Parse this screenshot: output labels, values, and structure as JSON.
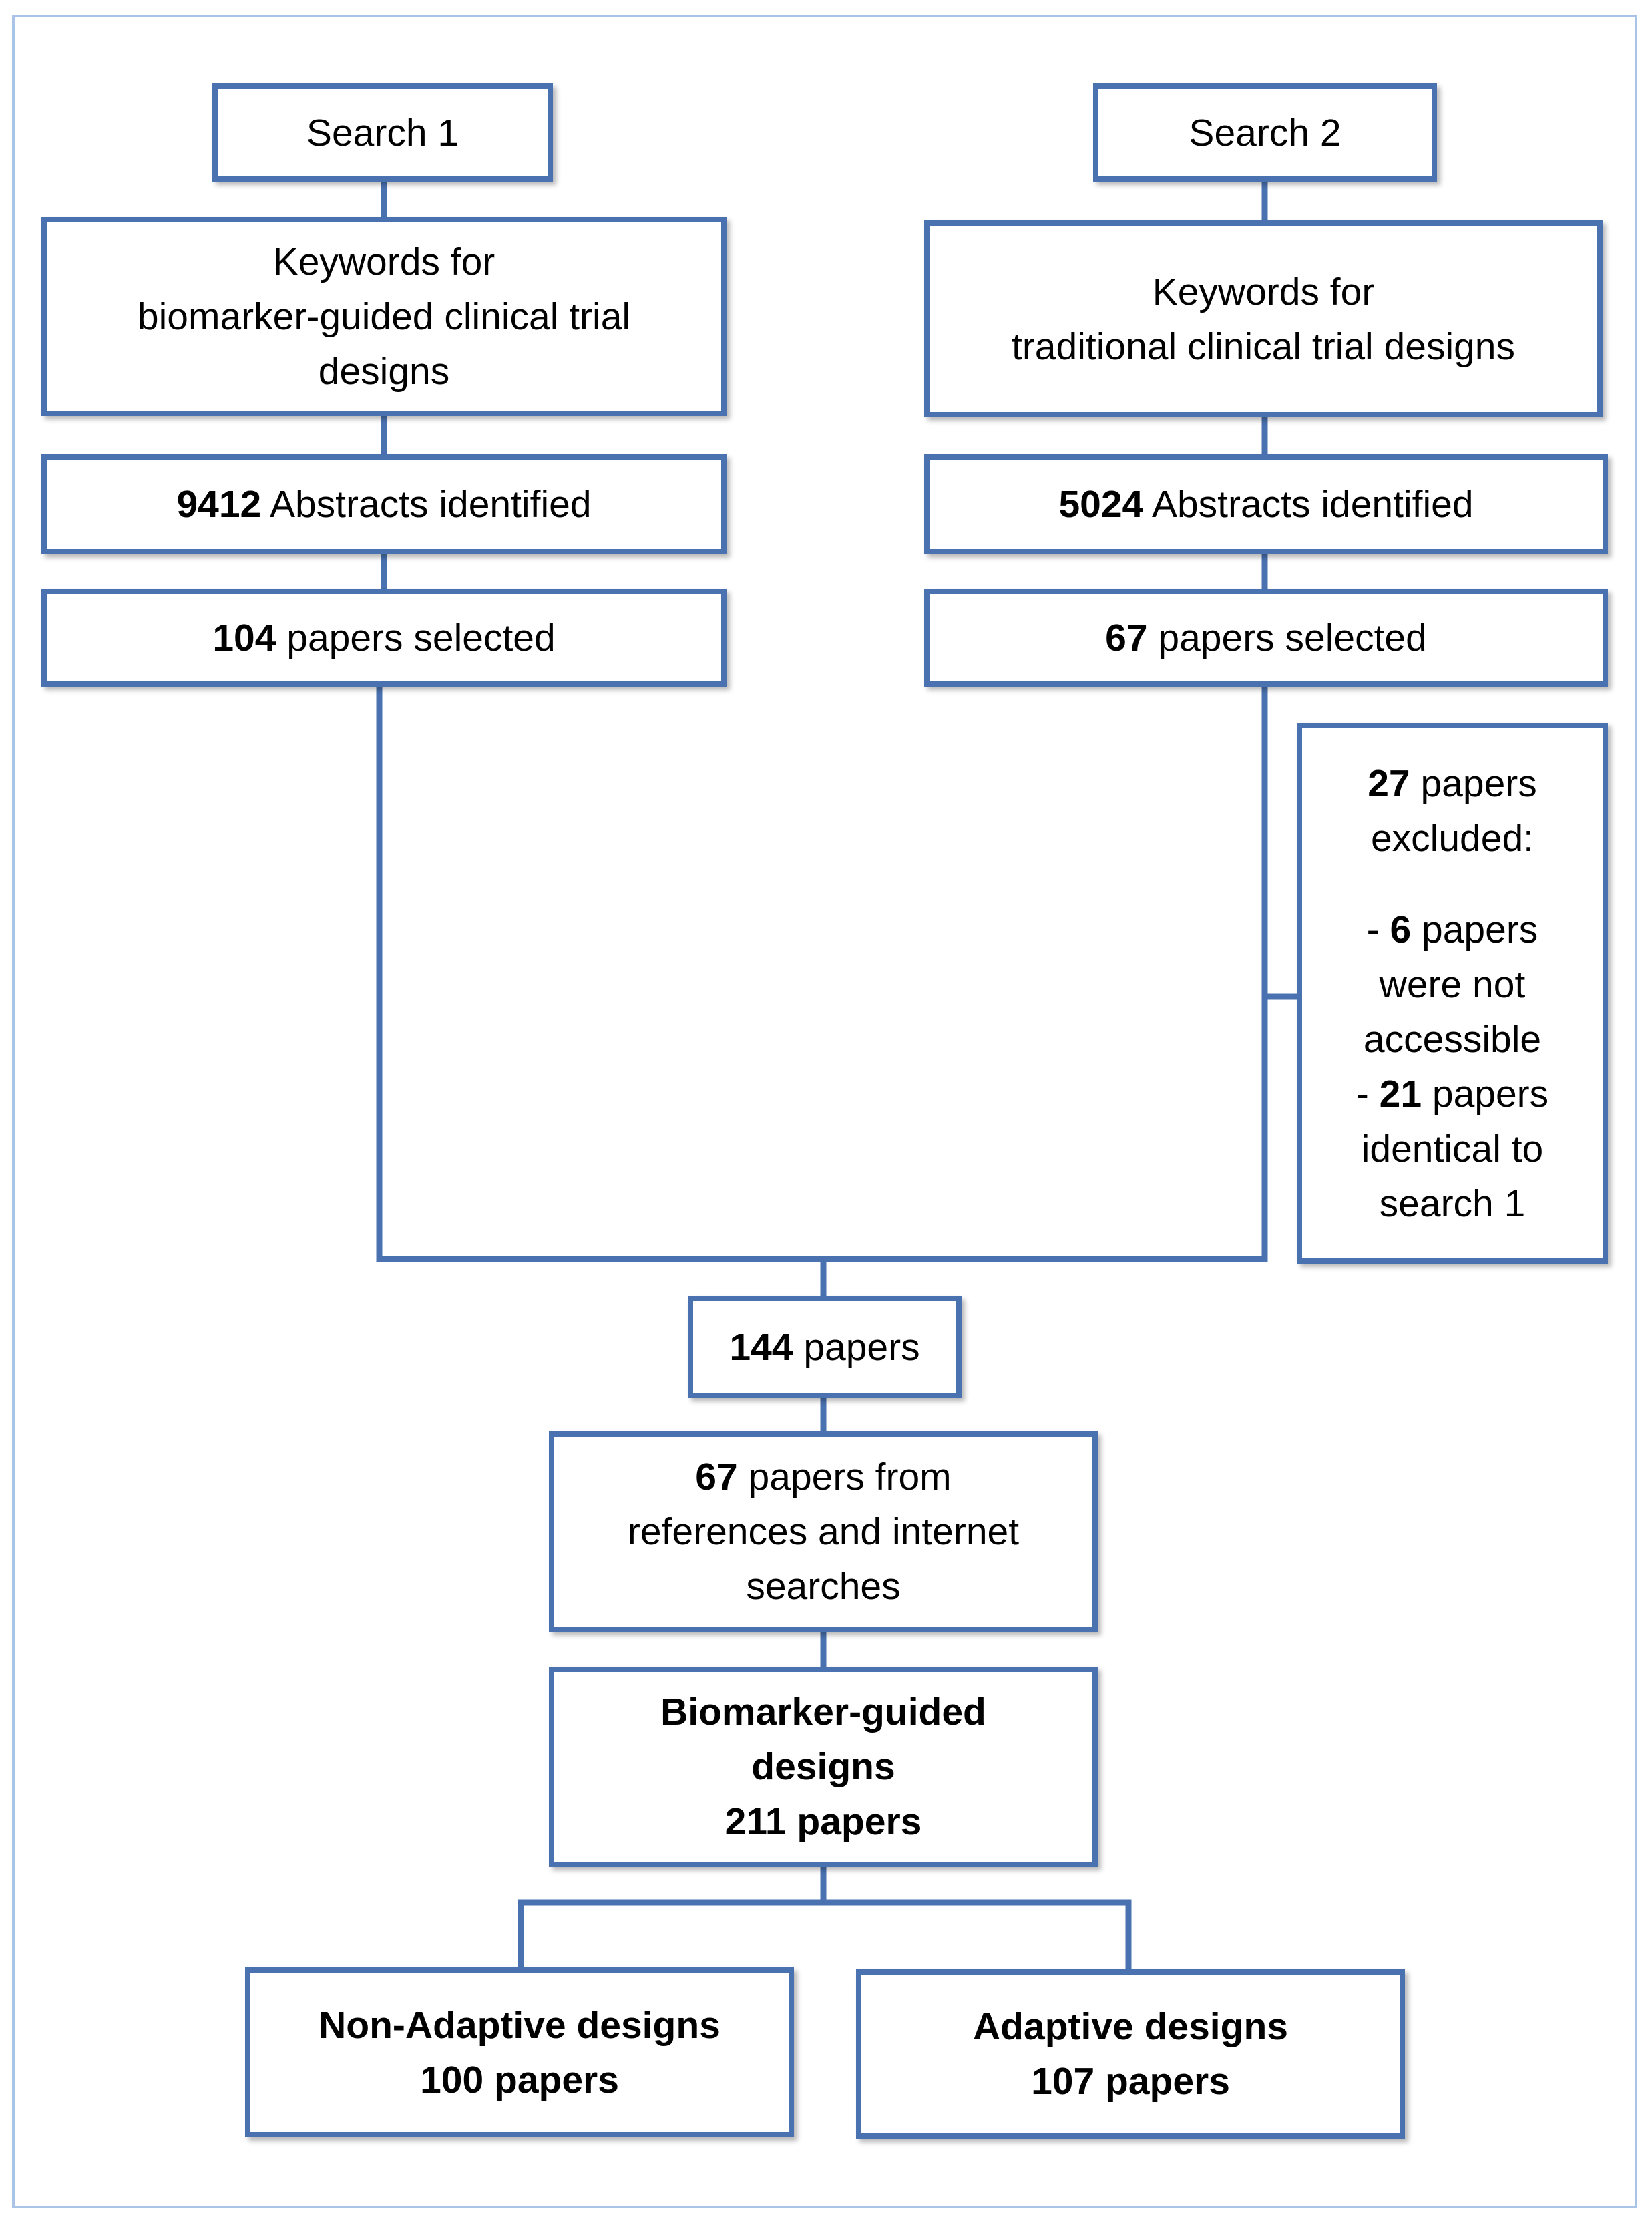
{
  "search1": {
    "title": "Search 1",
    "keywords": [
      "Keywords for",
      "biomarker-guided clinical trial",
      "designs"
    ],
    "abstracts_count": "9412",
    "abstracts_label": " Abstracts identified",
    "selected_count": "104",
    "selected_label": " papers selected"
  },
  "search2": {
    "title": "Search 2",
    "keywords": [
      "Keywords for",
      "traditional clinical trial designs"
    ],
    "abstracts_count": "5024",
    "abstracts_label": " Abstracts identified",
    "selected_count": "67",
    "selected_label": " papers selected"
  },
  "excluded": {
    "count": "27",
    "line1_rest": " papers",
    "line2": "excluded:",
    "item1_prefix": "- ",
    "item1_count": "6",
    "item1_rest": " papers",
    "item1_line2": "were not",
    "item1_line3": "accessible",
    "item2_prefix": "- ",
    "item2_count": "21",
    "item2_rest": " papers",
    "item2_line2": "identical to",
    "item2_line3": "search 1"
  },
  "combined": {
    "count": "144",
    "label": " papers"
  },
  "references": {
    "count": "67",
    "line1_rest": " papers from",
    "line2": "references and internet",
    "line3": "searches"
  },
  "biomarker": {
    "line1": "Biomarker-guided",
    "line2": "designs",
    "line3": "211 papers"
  },
  "non_adaptive": {
    "line1": "Non-Adaptive designs",
    "line2": "100 papers"
  },
  "adaptive": {
    "line1": "Adaptive designs",
    "line2": "107 papers"
  },
  "colors": {
    "box_border": "#4a72b0",
    "frame_border": "#a9c4e6"
  }
}
